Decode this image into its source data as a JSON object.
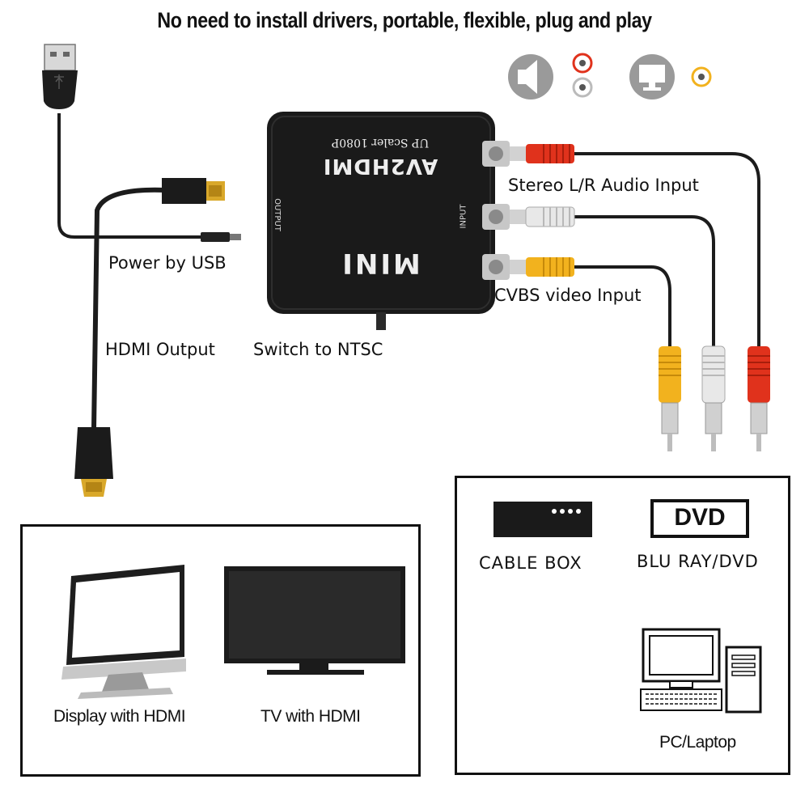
{
  "headline": "No need to install drivers, portable, flexible, plug and play",
  "adapter": {
    "brand": "MINI",
    "model": "AV2HDMI",
    "subtitle": "UP Scaler 1080P",
    "output_port": "OUTPUT",
    "input_port": "INPUT"
  },
  "callouts": {
    "power": "Power by USB",
    "hdmi_output": "HDMI Output",
    "ntsc_switch": "Switch to NTSC",
    "audio_input": "Stereo L/R Audio Input",
    "video_input": "CVBS video Input"
  },
  "output_devices": {
    "display": "Display with HDMI",
    "tv": "TV with HDMI"
  },
  "input_devices": {
    "cable_box": "CABLE BOX",
    "dvd_badge": "DVD",
    "bluray": "BLU RAY/DVD",
    "pc": "PC/Laptop"
  },
  "colors": {
    "red_plug": "#e0321c",
    "white_plug": "#e6e6e6",
    "yellow_plug": "#f2b21e",
    "device_body": "#1a1a1a",
    "icon_grey": "#9a9a9a"
  }
}
